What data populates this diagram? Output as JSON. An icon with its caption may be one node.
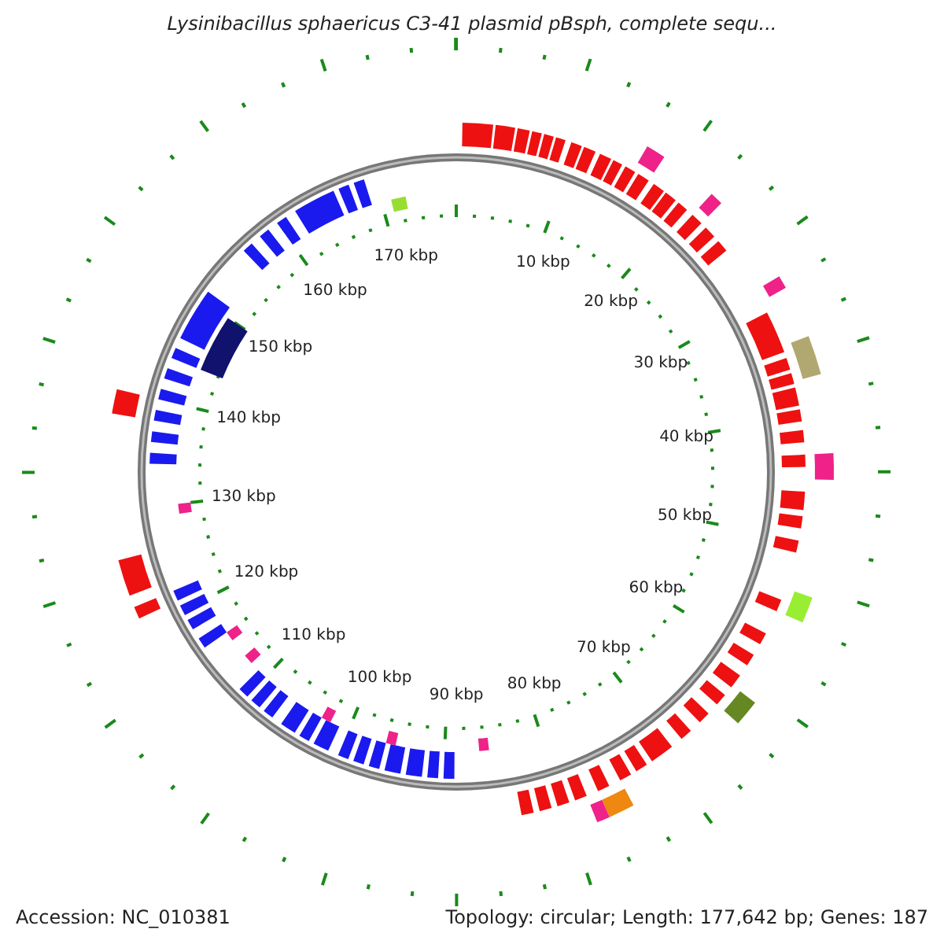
{
  "diagram": {
    "title": "Lysinibacillus sphaericus C3-41 plasmid pBsph, complete sequ...",
    "labels": [
      "10 kbp",
      "20 kbp",
      "30 kbp",
      "40 kbp",
      "50 kbp",
      "60 kbp",
      "70 kbp",
      "80 kbp",
      "90 kbp",
      "100 kbp",
      "110 kbp",
      "120 kbp",
      "130 kbp",
      "140 kbp",
      "150 kbp",
      "160 kbp",
      "170 kbp",
      "Accession: NC_010381",
      "Topology: circular; Length: 177,642 bp; Genes: 187"
    ]
  }
}
